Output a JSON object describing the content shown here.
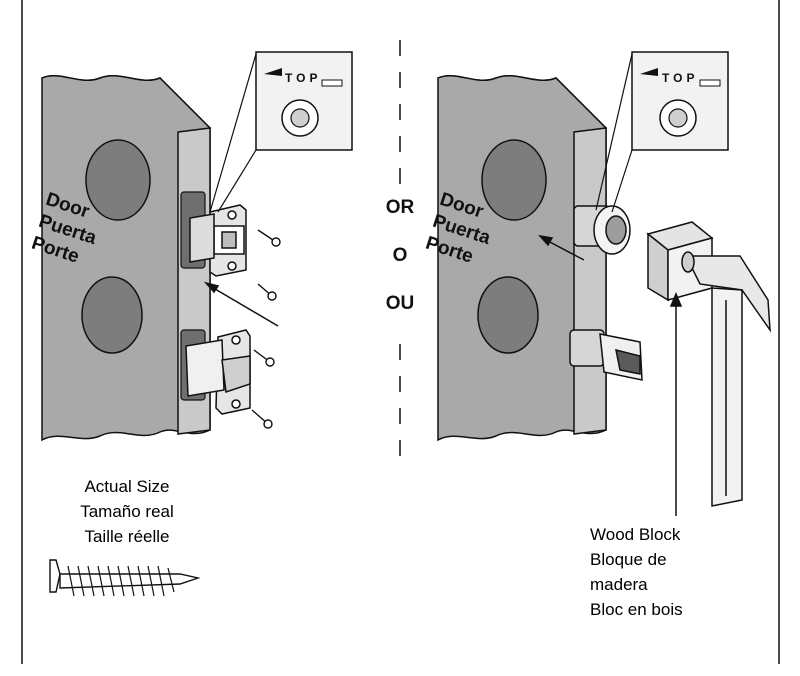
{
  "left_door": {
    "labels": [
      "Door",
      "Puerta",
      "Porte"
    ],
    "inset_text": "TOP"
  },
  "right_door": {
    "labels": [
      "Door",
      "Puerta",
      "Porte"
    ],
    "inset_text": "TOP"
  },
  "divider": {
    "words": [
      "OR",
      "O",
      "OU"
    ]
  },
  "screw_caption": {
    "lines": [
      "Actual Size",
      "Tamaño real",
      "Taille réelle"
    ]
  },
  "wood_block_caption": {
    "lines": [
      "Wood Block",
      "Bloque de",
      "madera",
      "Bloc en bois"
    ]
  },
  "colors": {
    "door_gray": "#a9a9a9",
    "door_side": "#c4c4c4",
    "hole_gray": "#7d7d7d",
    "ink": "#111111"
  }
}
